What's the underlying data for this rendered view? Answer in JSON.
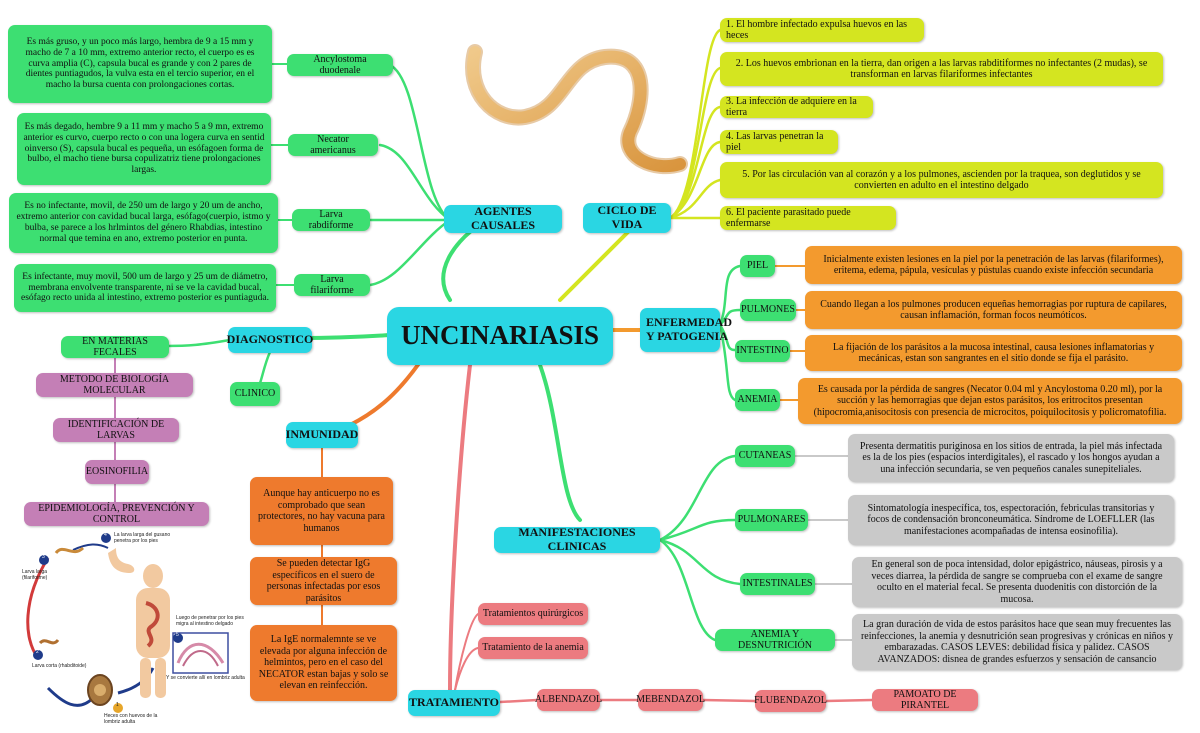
{
  "title": "UNCINARIASIS",
  "agentes": {
    "label": "AGENTES CAUSALES",
    "items": [
      {
        "name": "Ancylostoma duodenale",
        "desc": "Es más gruso, y un poco más largo, hembra de 9 a 15 mm y macho de 7 a 10 mm, extremo anterior recto, el cuerpo es es curva amplia (C), capsula bucal es grande y con 2 pares de dientes puntiagudos, la vulva esta en el tercio superior, en el macho la bursa cuenta con prolongaciones cortas."
      },
      {
        "name": "Necator americanus",
        "desc": "Es más degado, hembre 9 a 11 mm y macho 5 a 9 mn, extremo anterior es curvo, cuerpo recto o con una logera curva en sentid oinverso (S), capsula bucal es pequeña, un esófagoen forma de bulbo, el macho tiene bursa copulizatriz tiene prolongaciones largas."
      },
      {
        "name": "Larva rabdiforme",
        "desc": "Es no infectante, movil, de 250 um de largo y 20 um de ancho, extremo anterior con cavidad bucal larga, esófago(cuerpio, istmo y bulba, se parece a los hrlmintos del género Rhabdias, intestino normal que temina en ano, extremo posterior en punta."
      },
      {
        "name": "Larva filariforme",
        "desc": "Es infectante, muy movil, 500 um de largo y 25 um de diámetro, membrana envolvente transparente, ni se ve la cavidad bucal, esófago recto unida al intestino, extremo posterior es puntiaguda."
      }
    ]
  },
  "ciclo": {
    "label": "CICLO DE VIDA",
    "steps": [
      "1. El hombre infectado expulsa huevos en las heces",
      "2. Los huevos embrionan en la tierra, dan origen a las larvas rabditiformes no infectantes (2 mudas), se transforman en larvas filariformes infectantes",
      "3. La infección de adquiere en la tierra",
      "4. Las larvas penetran la piel",
      "5. Por las circulación van al corazón y a los pulmones, ascienden por la traquea, son deglutidos y se convierten en adulto en el intestino delgado",
      "6. El paciente parasitado puede enfermarse"
    ]
  },
  "enfermedad": {
    "label": "ENFERMEDAD Y PATOGENIA",
    "items": [
      {
        "name": "PIEL",
        "desc": "Inicialmente existen lesiones en la piel por la penetración de las larvas (filariformes), eritema, edema, pápula, vesículas y pústulas cuando existe infección secundaria"
      },
      {
        "name": "PULMONES",
        "desc": "Cuando llegan a los pulmones producen equeñas hemorragias por ruptura de capilares, causan inflamación, forman focos neumóticos."
      },
      {
        "name": "INTESTINO",
        "desc": "La fijación de los parásitos a la mucosa intestinal, causa lesiones inflamatorias y mecánicas, estan son sangrantes en el sitio donde se fija el parásito."
      },
      {
        "name": "ANEMIA",
        "desc": "Es causada por la pérdida de sangres (Necator 0.04 ml y Ancylostoma 0.20 ml), por la succión y las hemorragias que dejan estos parásitos, los eritrocitos presentan (hipocromia,anisocitosis con presencia de microcitos, poiquilocitosis y policromatofilia."
      }
    ]
  },
  "manifestaciones": {
    "label": "MANIFESTACIONES CLINICAS",
    "items": [
      {
        "name": "CUTANEAS",
        "desc": "Presenta dermatitis puriginosa en los sitios de entrada, la piel más infectada es la de los pies (espacios interdigitales), el rascado y los hongos ayudan a una infección secundaria, se ven pequeños canales sunepiteliales."
      },
      {
        "name": "PULMONARES",
        "desc": "Sintomatología inespecífica, tos, espectoración, febriculas transitorias y focos de condensación bronconeumática. Síndrome de LOEFLLER (las manifestaciones acompañadas de intensa eosinofilia)."
      },
      {
        "name": "INTESTINALES",
        "desc": "En general son de poca intensidad, dolor epigástrico, náuseas, pirosis y a veces diarrea, la pérdida de sangre se comprueba con el exame de sangre oculto en el material fecal. Se presenta duodenitis con distorción de la mucosa."
      },
      {
        "name": "ANEMIA Y DESNUTRICIÓN",
        "desc": "La gran duración de vida de estos parásitos hace que sean muy frecuentes las reinfecciones, la anemia y desnutrición sean progresivas y crónicas en niños y embarazadas. CASOS LEVES: debilidad física y palidez. CASOS AVANZADOS: disnea de grandes esfuerzos y sensación de cansancio"
      }
    ]
  },
  "diagnostico": {
    "label": "DIAGNOSTICO",
    "clinico": "CLINICO",
    "items": [
      "EN MATERIAS FECALES",
      "METODO DE BIOLOGÍA MOLECULAR",
      "IDENTIFICACIÓN DE LARVAS",
      "EOSINOFILIA",
      "EPIDEMIOLOGÍA, PREVENCIÓN Y CONTROL"
    ]
  },
  "inmunidad": {
    "label": "INMUNIDAD",
    "items": [
      "Aunque hay anticuerpo no es comprobado que sean protectores, no hay vacuna para humanos",
      "Se pueden detectar IgG específicos en el suero de personas infectadas por esos parásitos",
      "La IgE normalemnte se ve elevada por alguna infección de helmintos, pero en el caso del NECATOR estan bajas y solo se elevan en reinfección."
    ]
  },
  "tratamiento": {
    "label": "TRATAMIENTO",
    "branches": [
      "Tratamientos quirúrgicos",
      "Tratamiento de la anemia"
    ],
    "drugs": [
      "ALBENDAZOL",
      "MEBENDAZOL",
      "FLUBENDAZOL",
      "PAMOATO DE PIRANTEL"
    ]
  },
  "lifecycle_labels": {
    "n4": "4",
    "t4": "La larva larga del gusano penetra por los pies",
    "n3": "3",
    "t3": "Larva larga (filariforme)",
    "n2": "2",
    "t2": "Larva corta (rhabditoide)",
    "n1": "1",
    "t1": "Heces con huevos de la lombriz adulta",
    "n5": "5",
    "t5": "Luego de penetrar por los pies migra al intestino delgado",
    "t6": "Y se convierte allí en lombriz adulta"
  },
  "colors": {
    "cyan": "#2ad6e3",
    "green": "#3ddf72",
    "lime": "#d4e520",
    "orange": "#f39a2e",
    "gray": "#c9c9c9",
    "pink": "#ec7b80",
    "purple": "#c47fb6"
  }
}
